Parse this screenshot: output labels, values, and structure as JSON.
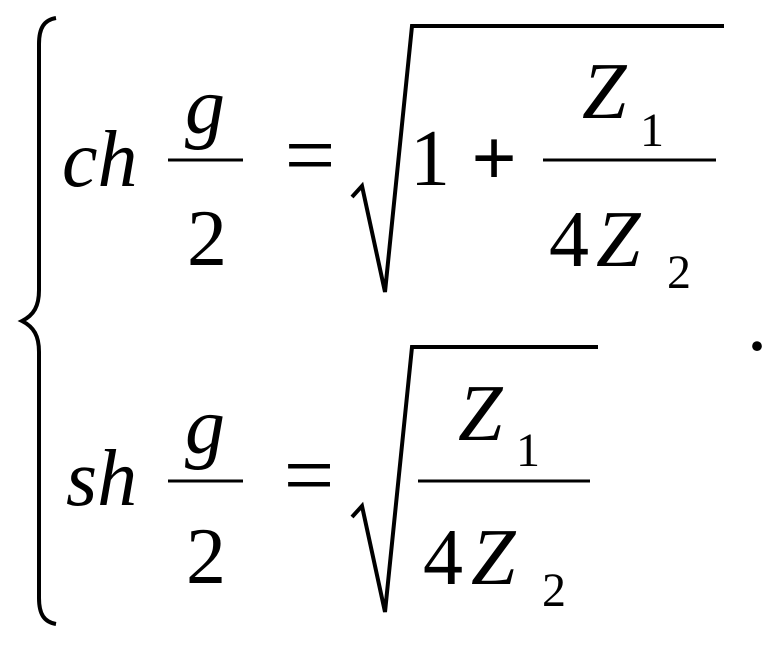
{
  "equation": {
    "row1": {
      "func": "ch",
      "arg_numerator": "g",
      "arg_denominator": "2",
      "equals": "=",
      "one": "1",
      "plus": "+",
      "frac_num_var": "Z",
      "frac_num_sub": "1",
      "frac_den_coef": "4",
      "frac_den_var": "Z",
      "frac_den_sub": "2"
    },
    "row2": {
      "func": "sh",
      "arg_numerator": "g",
      "arg_denominator": "2",
      "equals": "=",
      "frac_num_var": "Z",
      "frac_num_sub": "1",
      "frac_den_coef": "4",
      "frac_den_var": "Z",
      "frac_den_sub": "2"
    },
    "terminator": "."
  }
}
